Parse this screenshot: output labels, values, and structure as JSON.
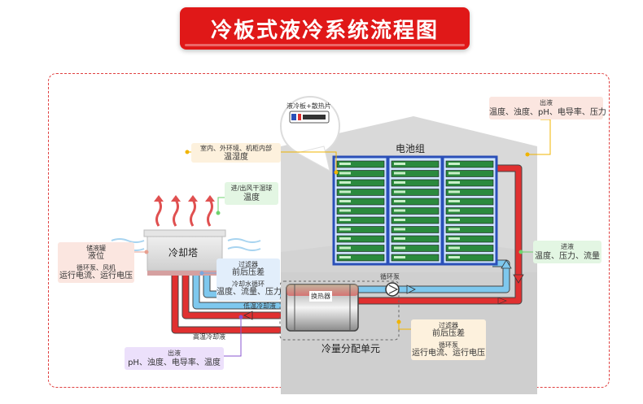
{
  "title": "冷板式液冷系统流程图",
  "labels": {
    "battery_group": "电池组",
    "cooling_tower": "冷却塔",
    "heat_exchanger": "换热器",
    "cdu": "冷量分配单元",
    "circ_pump": "循环泵",
    "low_temp_liquid": "低温冷却液",
    "high_temp_liquid": "高温冷却液",
    "cold_plate": "液冷板+散热片"
  },
  "notes": {
    "env": {
      "line1": "室内、外环境、机柜内部",
      "line2": "温湿度"
    },
    "fan_in_out": {
      "line1": "进/出风干湿球",
      "line2": "温度"
    },
    "reservoir": {
      "line1": "储液罐",
      "line2": "液位",
      "line3": "循环泵、风机",
      "line4": "运行电流、运行电压"
    },
    "filter_left": {
      "line1": "过滤器",
      "line2": "前后压差",
      "line3": "冷却水循环",
      "line4": "温度、流量、压力"
    },
    "outlet_top": {
      "line1": "出液",
      "line2": "温度、浊度、pH、电导率、压力"
    },
    "inlet_right": {
      "line1": "进液",
      "line2": "温度、压力、流量"
    },
    "filter_right": {
      "line1": "过滤器",
      "line2": "前后压差",
      "line3": "循环泵",
      "line4": "运行电流、运行电压"
    },
    "outlet_bottom": {
      "line1": "出液",
      "line2": "pH、浊度、电导率、温度"
    }
  },
  "colors": {
    "title_red": "#e01818",
    "hot_pipe": "#e03030",
    "cold_pipe": "#7ec8ee",
    "rack_blue": "#2a4fb8",
    "server_green": "#2b8a3e",
    "building": "#d9d9d9"
  }
}
